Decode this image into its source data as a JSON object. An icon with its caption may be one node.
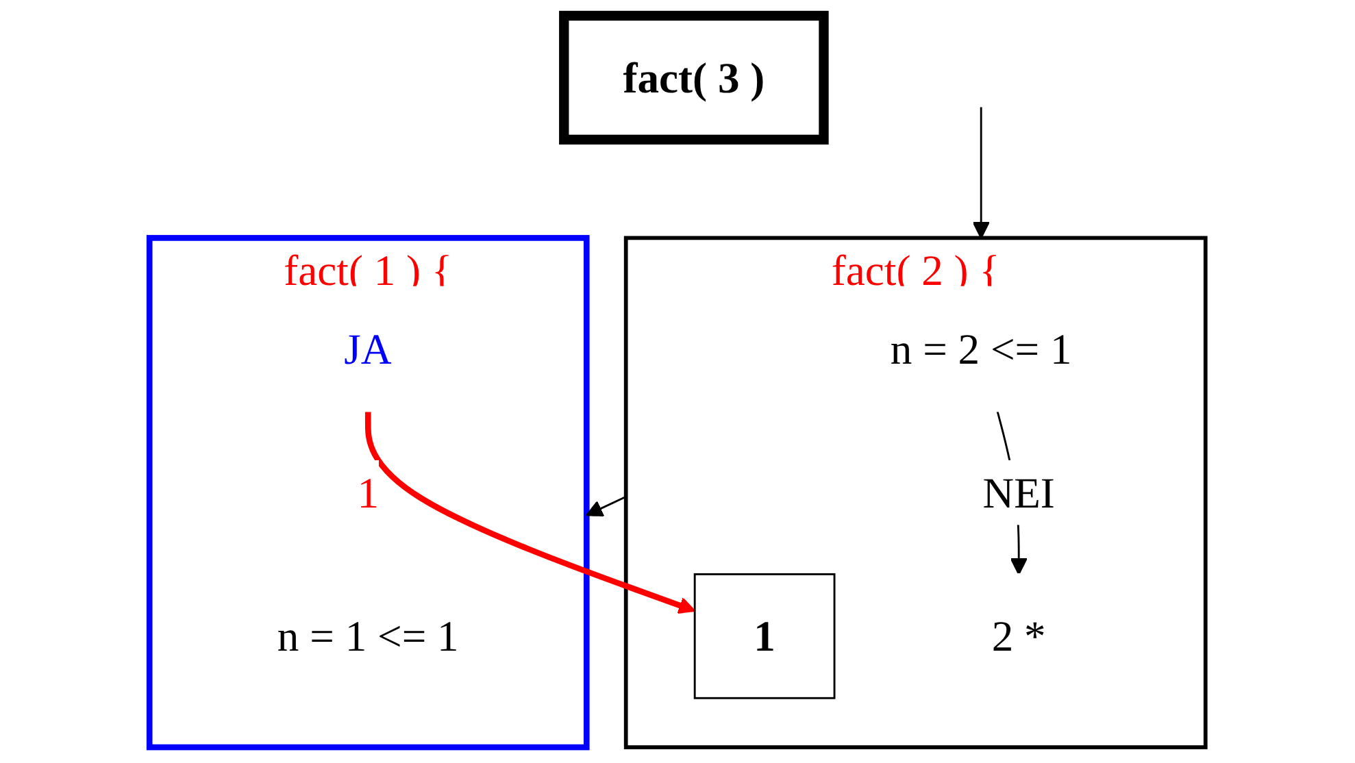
{
  "diagram": {
    "nodes": [
      {
        "text": [
          "fact( 3 )"
        ]
      },
      {
        "text": [
          "fact( 2 ) {"
        ]
      },
      {
        "text": [
          "n = 2  <= 1"
        ],
        "in": 1
      },
      {
        "text": [
          "2 *"
        ],
        "in": 1
      },
      {
        "text": [
          "1"
        ],
        "in": 1
      },
      {
        "text": [
          "fact( 1 ) {"
        ]
      },
      {
        "text": [
          "n = 1  <= 1"
        ],
        "in": 5
      },
      {
        "text": [
          "JA"
        ],
        "in": 5
      }
    ],
    "edges": [
      {
        "from": null,
        "to": 1,
        "arrow": "to"
      },
      {
        "from": 2,
        "to": 3,
        "arrow": "to",
        "label": "NEI"
      },
      {
        "from": 1,
        "to": 5,
        "arrow": "to"
      },
      {
        "from": 7,
        "to": 4,
        "arrow": "to",
        "label": "1",
        "color": "#ff0000",
        "style": "thick"
      }
    ]
  }
}
